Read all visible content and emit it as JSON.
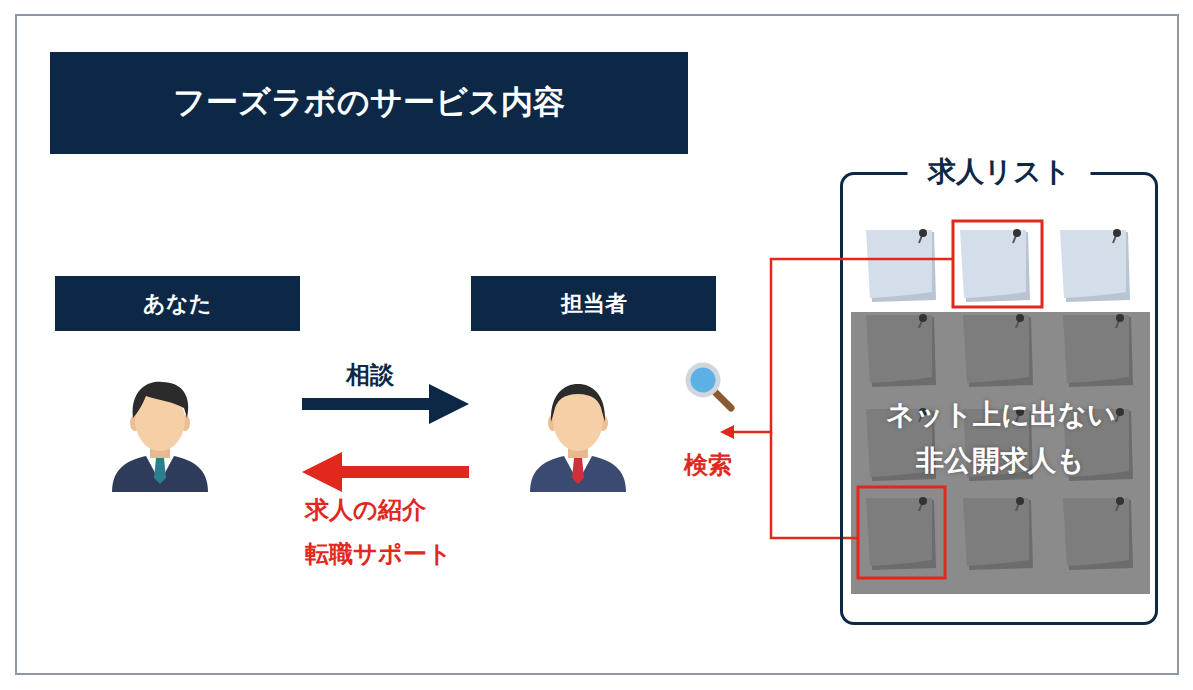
{
  "diagram": {
    "title": "フーズラボのサービス内容",
    "nodes": [
      {
        "text": [
          "あなた"
        ]
      },
      {
        "text": [
          "担当者"
        ]
      },
      {
        "text": [
          "求人リスト"
        ]
      },
      {
        "text": [
          "ネット上に出ない 非公開求人も"
        ],
        "in": 2
      }
    ],
    "edges": [
      {
        "from": 0,
        "to": 1,
        "arrow": "to",
        "label": "相談"
      },
      {
        "from": 1,
        "to": 0,
        "arrow": "to",
        "label": "求人の紹介 転職サポート"
      },
      {
        "from": 2,
        "to": 1,
        "arrow": "to",
        "label": "検索"
      }
    ]
  }
}
